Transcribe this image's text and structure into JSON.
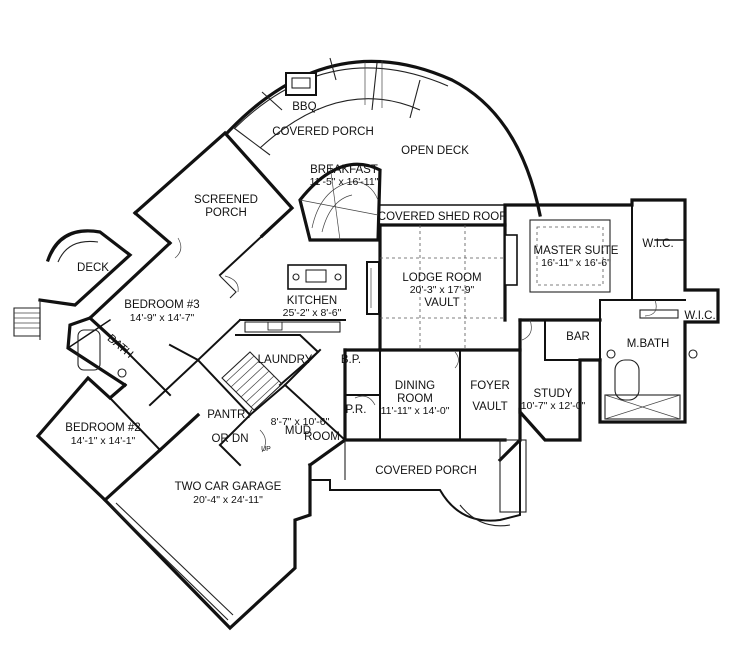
{
  "rooms": {
    "bbq": {
      "name": "BBQ."
    },
    "covered_porch_rear": {
      "name": "COVERED PORCH"
    },
    "open_deck": {
      "name": "OPEN DECK"
    },
    "screened_porch": {
      "line1": "SCREENED",
      "line2": "PORCH"
    },
    "breakfast": {
      "name": "BREAKFAST",
      "dims": "11'-5\" x 16'-11\""
    },
    "covered_shed_roof": {
      "name": "COVERED SHED ROOF"
    },
    "master_suite": {
      "name": "MASTER SUITE",
      "dims": "16'-11\" x 16'-6\""
    },
    "wic_upper": {
      "name": "W.I.C."
    },
    "wic_lower": {
      "name": "W.I.C."
    },
    "deck": {
      "name": "DECK"
    },
    "lodge_room": {
      "name": "LODGE ROOM",
      "dims": "20'-3\" x 17'-9\"",
      "note": "VAULT"
    },
    "kitchen": {
      "name": "KITCHEN",
      "dims": "25'-2\" x 8'-6\""
    },
    "bedroom3": {
      "name": "BEDROOM #3",
      "dims": "14'-9\" x 14'-7\""
    },
    "bath": {
      "name": "BATH"
    },
    "laundry": {
      "name": "LAUNDRY"
    },
    "bp": {
      "name": "B.P."
    },
    "bar": {
      "name": "BAR"
    },
    "mbath": {
      "name": "M.BATH"
    },
    "dining": {
      "line1": "DINING",
      "line2": "ROOM",
      "dims": "11'-11\" x 14'-0\""
    },
    "foyer": {
      "line1": "FOYER",
      "line2": "VAULT"
    },
    "study": {
      "name": "STUDY",
      "dims": "10'-7\" x 12'-0\""
    },
    "pr": {
      "name": "P.R."
    },
    "pantry": {
      "line1": "PANTRY",
      "line2": "OR DN"
    },
    "mud": {
      "dims": "8'-7\" x 10'-6\"",
      "line1": "MUD",
      "line2": "ROOM"
    },
    "bedroom2": {
      "name": "BEDROOM #2",
      "dims": "14'-1\" x 14'-1\""
    },
    "garage": {
      "name": "TWO CAR GARAGE",
      "dims": "20'-4\" x 24'-11\""
    },
    "covered_porch_front": {
      "name": "COVERED PORCH"
    },
    "up": {
      "name": "UP"
    }
  }
}
